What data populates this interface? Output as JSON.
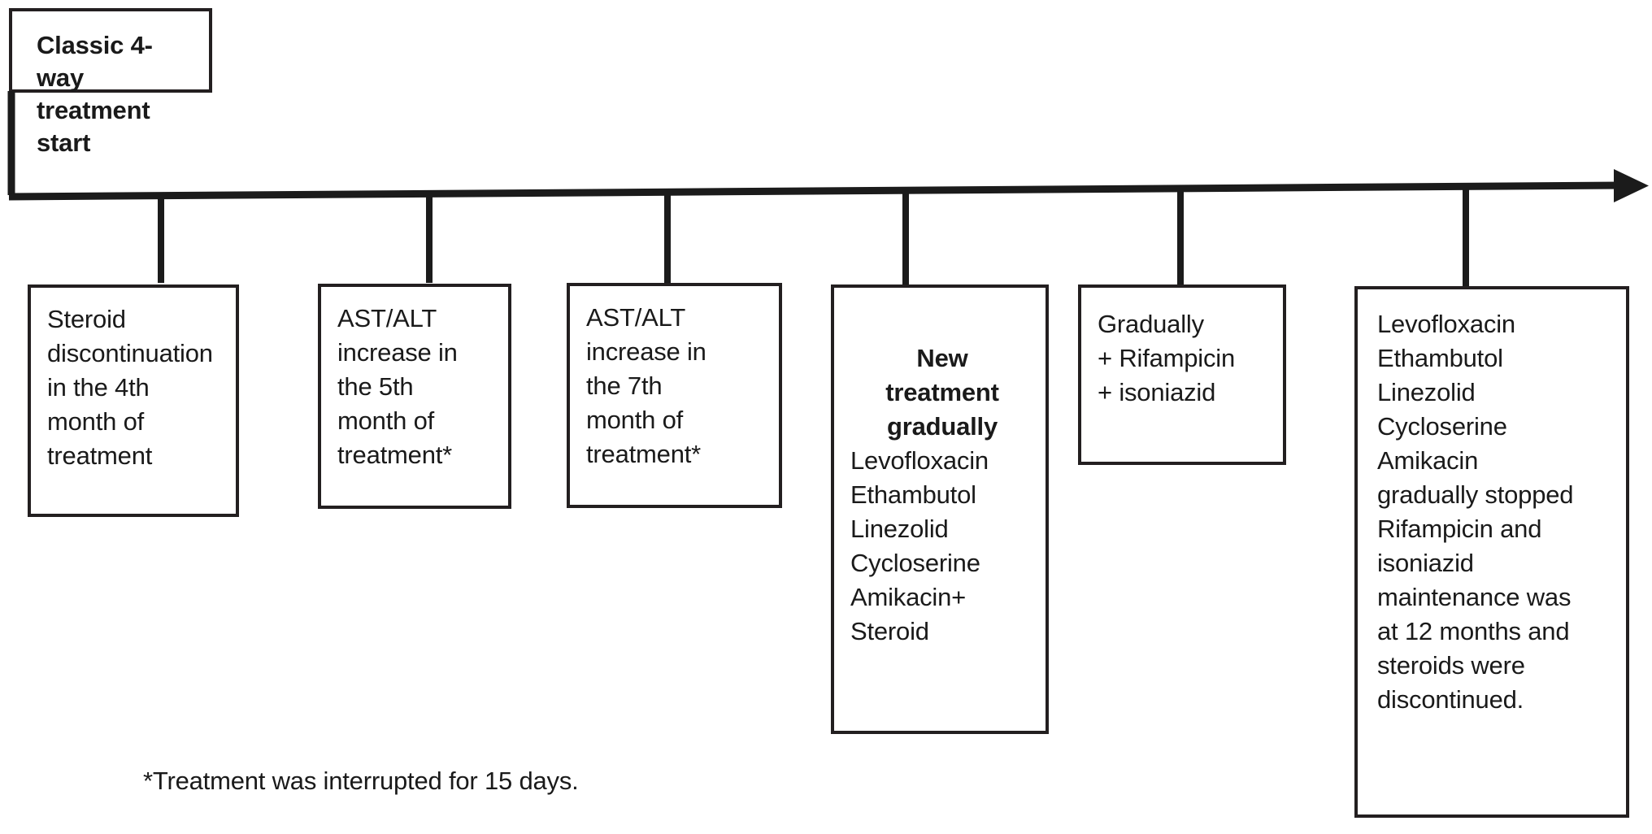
{
  "figure": {
    "type": "timeline-flowchart",
    "background_color": "#ffffff",
    "line_color": "#1b1b1b",
    "text_color": "#1a1a1a"
  },
  "start_node": {
    "label": "Classic 4-way\ntreatment start"
  },
  "timeline": {
    "arrow_direction": "right",
    "arrow_label": "",
    "tick_count": 6
  },
  "nodes": [
    {
      "id": "steroid-discontinuation",
      "title": "",
      "body": "Steroid\ndiscontinuation\nin the 4th\nmonth of\ntreatment"
    },
    {
      "id": "ast-alt-5th-month",
      "title": "",
      "body": "AST/ALT\nincrease in\nthe 5th\nmonth of\ntreatment*"
    },
    {
      "id": "ast-alt-7th-month",
      "title": "",
      "body": "AST/ALT\nincrease in\nthe 7th\nmonth of\ntreatment*"
    },
    {
      "id": "new-treatment-gradually",
      "title": "New\ntreatment\ngradually",
      "body": "Levofloxacin\nEthambutol\nLinezolid\nCycloserine\nAmikacin+\nSteroid"
    },
    {
      "id": "gradually-add-back",
      "title": "",
      "body": "Gradually\n+ Rifampicin\n+ isoniazid"
    },
    {
      "id": "maintenance-and-stop",
      "title": "",
      "body": "Levofloxacin\nEthambutol\nLinezolid\nCycloserine\nAmikacin\ngradually stopped\nRifampicin and\nisoniazid\nmaintenance was\nat 12 months and\nsteroids were\ndiscontinued."
    }
  ],
  "footnote": {
    "text": "*Treatment was interrupted for 15 days."
  }
}
